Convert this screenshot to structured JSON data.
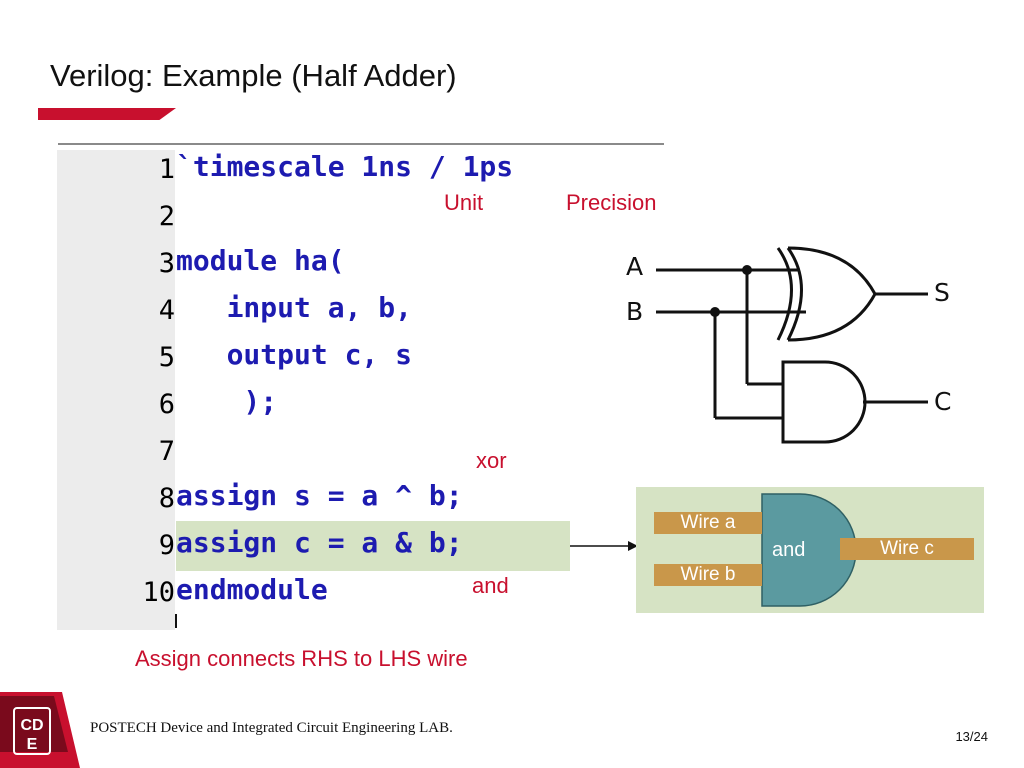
{
  "slide": {
    "title": "Verilog: Example (Half Adder)",
    "page": "13/24",
    "footer": "POSTECH  Device and Integrated Circuit Engineering LAB.",
    "logo_text": "CDE"
  },
  "code": {
    "line_numbers": [
      "1",
      "2",
      "3",
      "4",
      "5",
      "6",
      "7",
      "8",
      "9",
      "10"
    ],
    "lines": [
      "`timescale 1ns / 1ps",
      "",
      "module ha(",
      "   input a, b,",
      "   output c, s",
      "    );",
      "",
      "assign s = a ^ b;",
      "assign c = a & b;",
      "endmodule"
    ]
  },
  "annotations": {
    "unit": "Unit",
    "precision": "Precision",
    "xor": "xor",
    "and": "and",
    "assign_note": "Assign connects RHS to LHS wire"
  },
  "circuit": {
    "input_a": "A",
    "input_b": "B",
    "output_s": "S",
    "output_c": "C"
  },
  "and_diagram": {
    "wire_a": "Wire a",
    "wire_b": "Wire b",
    "wire_c": "Wire c",
    "gate_label": "and"
  },
  "colors": {
    "accent_red": "#c8102e",
    "code_blue": "#1d1bb0",
    "highlight_green": "#d6e3c4",
    "wire_gold": "#c9974a",
    "gate_teal": "#5b9aa0"
  }
}
